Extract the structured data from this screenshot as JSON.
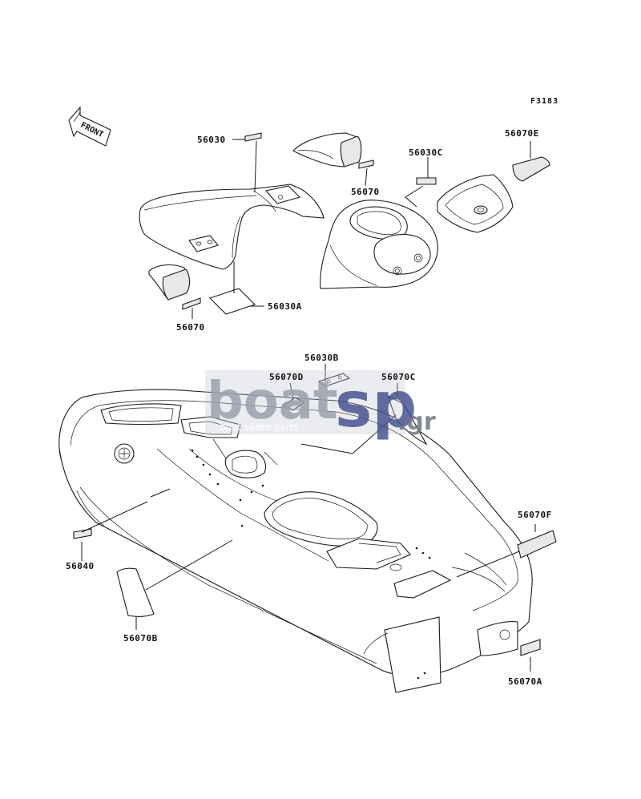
{
  "figure_code": "F3183",
  "front_arrow": {
    "label": "FRONT",
    "icon": "front-direction-arrow-icon"
  },
  "watermark": {
    "brand_main": "boat",
    "brand_accent": "sp",
    "domain": ".gr",
    "tagline": "boat spare parts",
    "colors": {
      "main": "#9aa0ad",
      "accent": "#3d4a8c",
      "domain": "#6f7486"
    }
  },
  "parts": [
    {
      "id": "p-56030",
      "number": "56030"
    },
    {
      "id": "p-56070-upper",
      "number": "56070"
    },
    {
      "id": "p-56030c",
      "number": "56030C"
    },
    {
      "id": "p-56070e",
      "number": "56070E"
    },
    {
      "id": "p-56070-left",
      "number": "56070"
    },
    {
      "id": "p-56030a",
      "number": "56030A"
    },
    {
      "id": "p-56030b",
      "number": "56030B"
    },
    {
      "id": "p-56070d",
      "number": "56070D"
    },
    {
      "id": "p-56070c",
      "number": "56070C"
    },
    {
      "id": "p-56040",
      "number": "56040"
    },
    {
      "id": "p-56070f",
      "number": "56070F"
    },
    {
      "id": "p-56070b",
      "number": "56070B"
    },
    {
      "id": "p-56070a",
      "number": "56070A"
    }
  ]
}
